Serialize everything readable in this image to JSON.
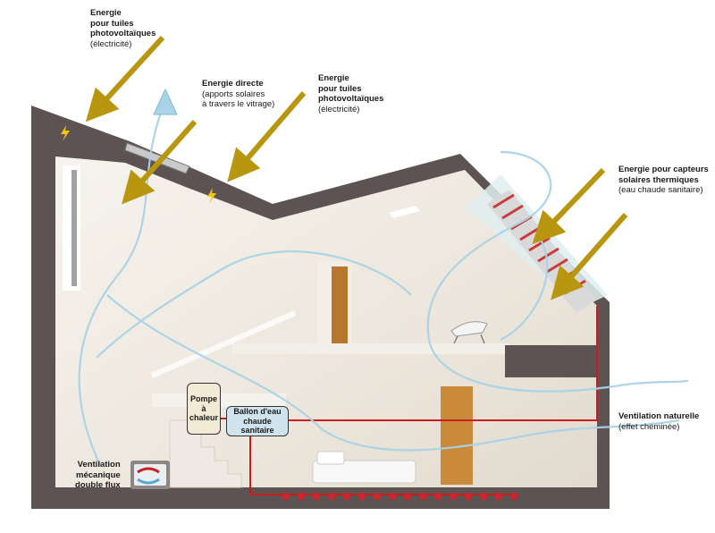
{
  "labels": {
    "pv_top": {
      "lines": [
        "Energie",
        "pour tuiles",
        "photovoltaïques"
      ],
      "note": "(électricité)"
    },
    "direct": {
      "title": "Energie directe",
      "lines": [
        "(apports solaires",
        "à travers le vitrage)"
      ]
    },
    "pv_mid": {
      "lines": [
        "Energie",
        "pour tuiles",
        "photovoltaïques"
      ],
      "note": "(électricité)"
    },
    "thermal": {
      "lines": [
        "Energie pour capteurs",
        "solaires thermiques"
      ],
      "note": "(eau chaude sanitaire)"
    },
    "natural_vent": {
      "title": "Ventilation naturelle",
      "note": "(effet cheminée)"
    },
    "vmc": {
      "lines": [
        "Ventilation",
        "mécanique",
        "double flux"
      ]
    },
    "pump": {
      "lines": [
        "Pompe",
        "à",
        "chaleur"
      ]
    },
    "tank": {
      "lines": [
        "Ballon d'eau",
        "chaude sanitaire"
      ]
    }
  },
  "icons": [
    "lightning-icon",
    "lightning-icon",
    "vmc-unit-icon"
  ],
  "colors": {
    "wall": "#5d5352",
    "sun_arrow": "#b8960f",
    "air_flow": "#a9d3e6",
    "hot_pipe": "#c81e1e",
    "solar_collector": "#c83c3c",
    "tank_fill": "#cfe4ee",
    "pump_fill": "#f3ead6"
  }
}
